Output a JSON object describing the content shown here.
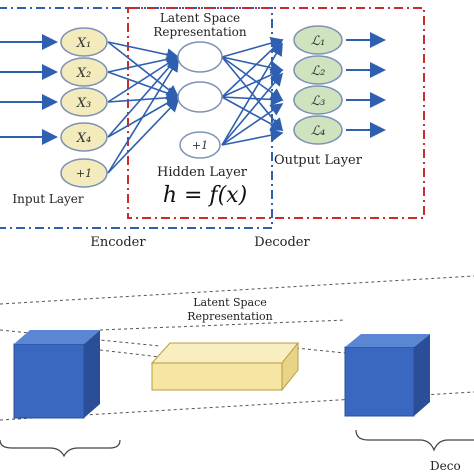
{
  "top_diagram": {
    "latent_title_line1": "Latent Space",
    "latent_title_line2": "Representation",
    "input_layer_label": "Input Layer",
    "hidden_layer_label": "Hidden Layer",
    "output_layer_label": "Output Layer",
    "formula": "h = f(x)",
    "encoder_label": "Encoder",
    "decoder_label": "Decoder",
    "input_nodes": [
      "X₁",
      "X₂",
      "X₃",
      "X₄",
      "+1"
    ],
    "hidden_bias_node": "+1",
    "output_nodes": [
      "ℒ₁",
      "ℒ₂",
      "ℒ₃",
      "ℒ₄"
    ],
    "colors": {
      "input_node_fill": "#f4ebbd",
      "output_node_fill": "#cfe3bf",
      "arrow_blue": "#2f5fb0",
      "encoder_box": "#2f5fb0",
      "decoder_box": "#cc2b2b",
      "box_face": "#3a67c0"
    }
  },
  "bottom_diagram": {
    "latent_title_line1": "Latent Space",
    "latent_title_line2": "Representation",
    "decoder_partial": "Deco",
    "colors": {
      "encoder_block": "#3a67c0",
      "latent_block": "#f6e5a3"
    }
  }
}
